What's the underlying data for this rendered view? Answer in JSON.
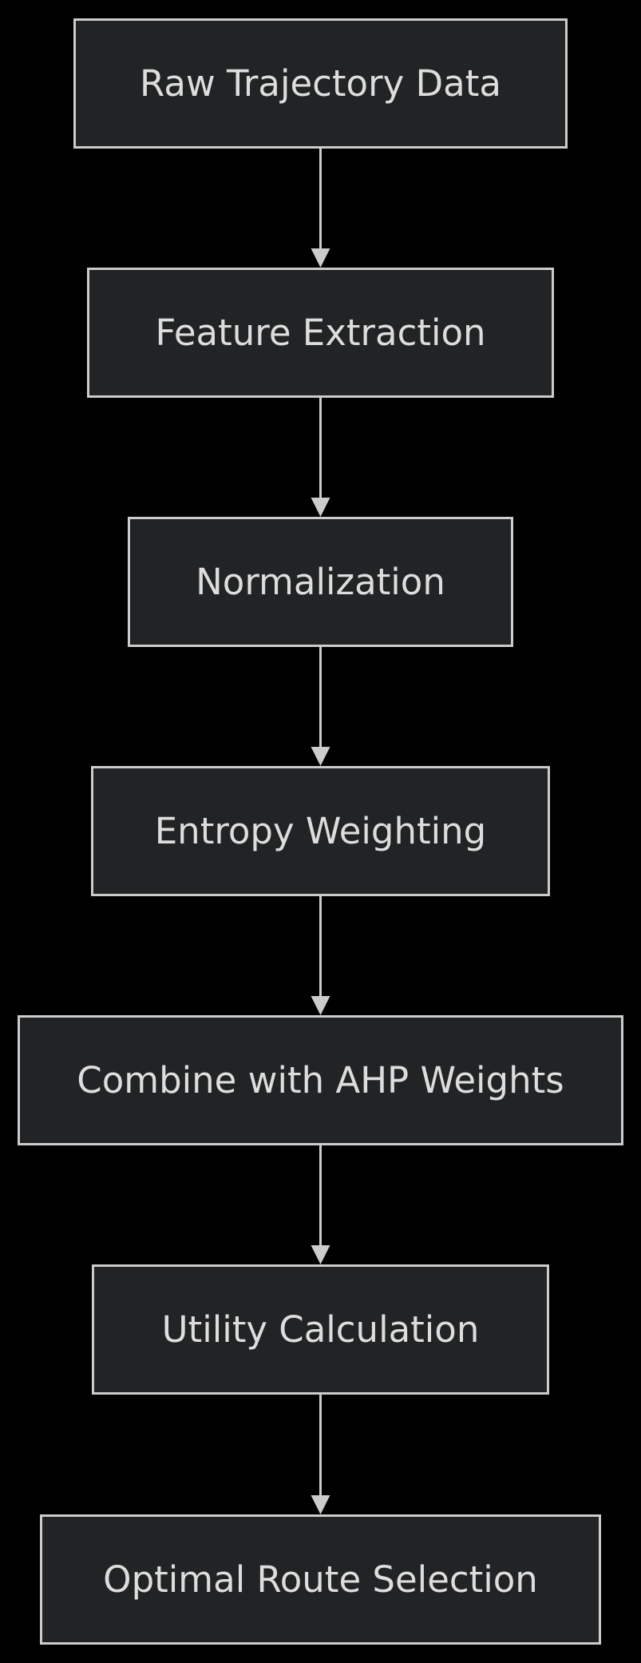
{
  "diagram": {
    "colors": {
      "background": "#000000",
      "node_fill": "#212324",
      "node_border": "#cccccc",
      "text": "#dddddd",
      "edge": "#cccccc"
    },
    "nodes": [
      {
        "id": "raw",
        "label": "Raw Trajectory Data"
      },
      {
        "id": "feature",
        "label": "Feature Extraction"
      },
      {
        "id": "normalization",
        "label": "Normalization"
      },
      {
        "id": "entropy",
        "label": "Entropy Weighting"
      },
      {
        "id": "combine",
        "label": "Combine with AHP Weights"
      },
      {
        "id": "utility",
        "label": "Utility Calculation"
      },
      {
        "id": "optimal",
        "label": "Optimal Route Selection"
      }
    ],
    "edges": [
      {
        "from": "raw",
        "to": "feature"
      },
      {
        "from": "feature",
        "to": "normalization"
      },
      {
        "from": "normalization",
        "to": "entropy"
      },
      {
        "from": "entropy",
        "to": "combine"
      },
      {
        "from": "combine",
        "to": "utility"
      },
      {
        "from": "utility",
        "to": "optimal"
      }
    ]
  }
}
